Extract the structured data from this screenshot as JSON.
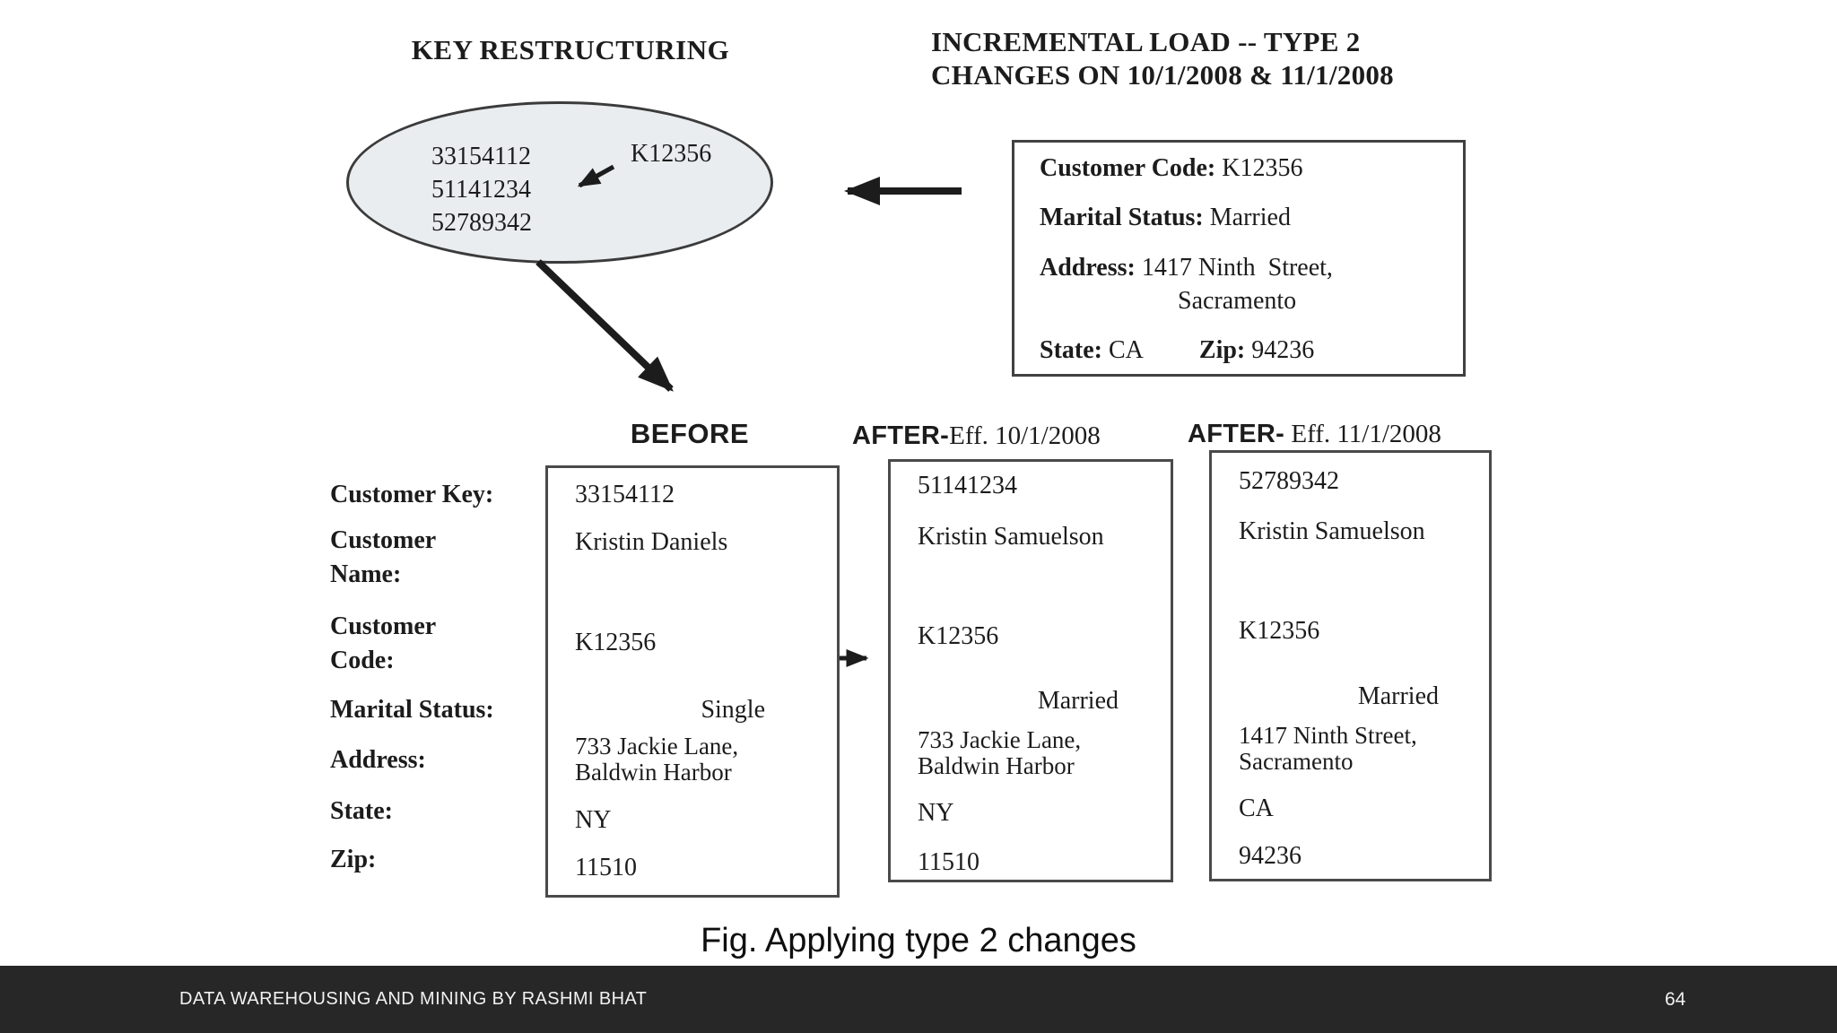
{
  "titles": {
    "left": "KEY RESTRUCTURING",
    "right_line1": "INCREMENTAL LOAD -- TYPE 2",
    "right_line2": "CHANGES ON 10/1/2008 & 11/1/2008"
  },
  "ellipse": {
    "keys": [
      "33154112",
      "51141234",
      "52789342"
    ],
    "code": "K12356"
  },
  "incremental_record": {
    "customer_code_label": "Customer Code:",
    "customer_code_value": " K12356",
    "marital_label": "Marital Status:",
    "marital_value": " Married",
    "address_label": "Address:",
    "address_value": " 1417 Ninth  Street,",
    "address_line2": "Sacramento",
    "state_label": "State:",
    "state_value": " CA",
    "zip_label": "Zip:",
    "zip_value": " 94236"
  },
  "row_labels": {
    "customer_key": "Customer Key:",
    "customer_name": "Customer\nName:",
    "customer_code": "Customer\nCode:",
    "marital_status": "Marital Status:",
    "address": "Address:",
    "state": "State:",
    "zip": "Zip:"
  },
  "before": {
    "header": "BEFORE",
    "customer_key": "33154112",
    "customer_name": "Kristin Daniels",
    "customer_code": "K12356",
    "marital_status": "Single",
    "address_line1": "733 Jackie Lane,",
    "address_line2": "Baldwin Harbor",
    "state": "NY",
    "zip": "11510"
  },
  "after1": {
    "header_bold": "AFTER-",
    "header_rest": "Eff. 10/1/2008",
    "customer_key": "51141234",
    "customer_name": "Kristin Samuelson",
    "customer_code": "K12356",
    "marital_status": "Married",
    "address_line1": "733 Jackie Lane,",
    "address_line2": "Baldwin Harbor",
    "state": "NY",
    "zip": "11510"
  },
  "after2": {
    "header_bold": "AFTER-",
    "header_rest": " Eff. 11/1/2008",
    "customer_key": "52789342",
    "customer_name": "Kristin Samuelson",
    "customer_code": "K12356",
    "marital_status": "Married",
    "address_line1": "1417 Ninth Street,",
    "address_line2": "Sacramento",
    "state": "CA",
    "zip": "94236"
  },
  "caption": "Fig. Applying type 2 changes",
  "footer": {
    "left_text": "DATA WAREHOUSING AND MINING BY RASHMI BHAT",
    "page_number": "64"
  },
  "colors": {
    "footer_bg": "#272727",
    "ellipse_fill": "#e9edf0",
    "ink": "#1c1c1c"
  }
}
